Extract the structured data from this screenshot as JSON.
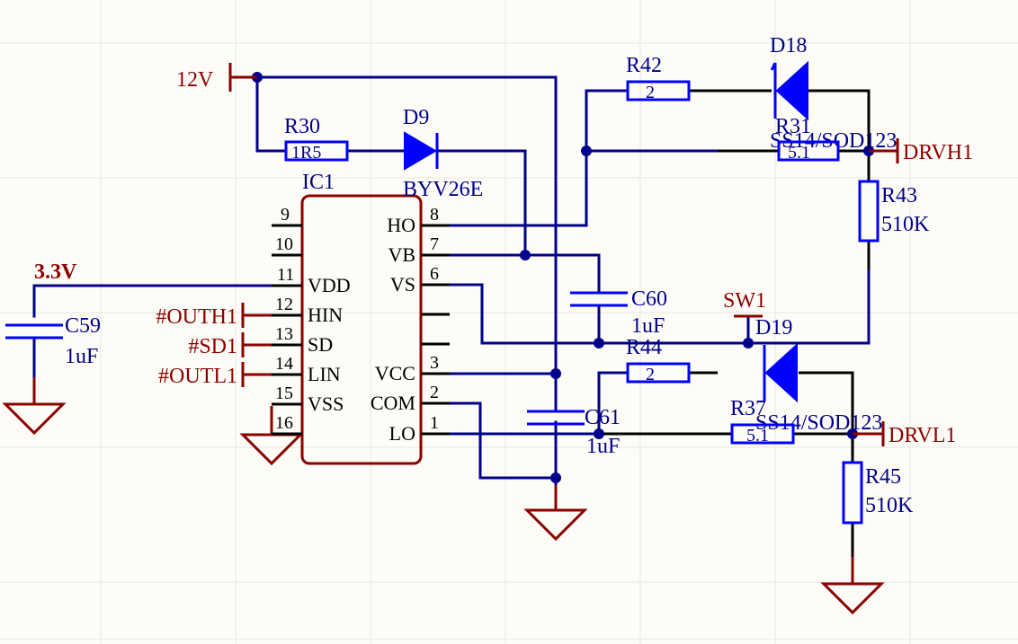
{
  "power": {
    "v12": "12V",
    "v33": "3.3V"
  },
  "ic": {
    "ref": "IC1",
    "left_pins": [
      {
        "num": "9",
        "name": ""
      },
      {
        "num": "10",
        "name": ""
      },
      {
        "num": "11",
        "name": "VDD"
      },
      {
        "num": "12",
        "name": "HIN"
      },
      {
        "num": "13",
        "name": "SD"
      },
      {
        "num": "14",
        "name": "LIN"
      },
      {
        "num": "15",
        "name": "VSS"
      },
      {
        "num": "16",
        "name": ""
      }
    ],
    "right_pins": [
      {
        "num": "8",
        "name": "HO"
      },
      {
        "num": "7",
        "name": "VB"
      },
      {
        "num": "6",
        "name": "VS"
      },
      {
        "num": "",
        "name": ""
      },
      {
        "num": "",
        "name": ""
      },
      {
        "num": "3",
        "name": "VCC"
      },
      {
        "num": "2",
        "name": "COM"
      },
      {
        "num": "1",
        "name": "LO"
      }
    ]
  },
  "inputs": {
    "outh": "#OUTH1",
    "sd": "#SD1",
    "outl": "#OUTL1"
  },
  "components": {
    "r30": {
      "ref": "R30",
      "value": "1R5"
    },
    "d9": {
      "ref": "D9",
      "value": "BYV26E"
    },
    "r42": {
      "ref": "R42",
      "value": "2"
    },
    "d18": {
      "ref": "D18",
      "value": "SS14/SOD123"
    },
    "r31": {
      "ref": "R31",
      "value": "5.1"
    },
    "r43": {
      "ref": "R43",
      "value": "510K"
    },
    "c59": {
      "ref": "C59",
      "value": "1uF"
    },
    "c60": {
      "ref": "C60",
      "value": "1uF"
    },
    "c61": {
      "ref": "C61",
      "value": "1uF"
    },
    "r44": {
      "ref": "R44",
      "value": "2"
    },
    "d19": {
      "ref": "D19",
      "value": "SS14/SOD123"
    },
    "r37": {
      "ref": "R37",
      "value": "5.1"
    },
    "r45": {
      "ref": "R45",
      "value": "510K"
    }
  },
  "nets": {
    "drvh": "DRVH1",
    "drvl": "DRVL1",
    "sw": "SW1"
  },
  "colors": {
    "wire": "#00008C",
    "component": "#0000FF",
    "power_port": "#8C0000",
    "ic_body": "#8C0000",
    "background": "#FDFCF6"
  }
}
